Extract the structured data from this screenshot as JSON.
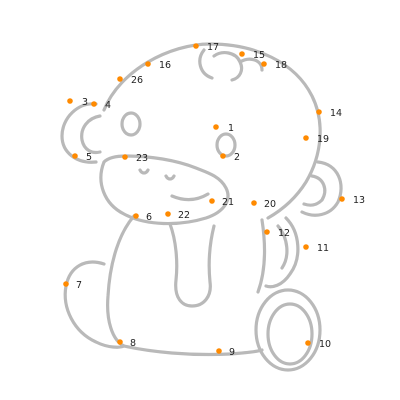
{
  "puzzle": {
    "dot_color": "#ff8a00",
    "line_color": "#b9b9b9",
    "dots": [
      {
        "label": "1"
      },
      {
        "label": "2"
      },
      {
        "label": "3"
      },
      {
        "label": "4"
      },
      {
        "label": "5"
      },
      {
        "label": "6"
      },
      {
        "label": "7"
      },
      {
        "label": "8"
      },
      {
        "label": "9"
      },
      {
        "label": "10"
      },
      {
        "label": "11"
      },
      {
        "label": "12"
      },
      {
        "label": "13"
      },
      {
        "label": "14"
      },
      {
        "label": "15"
      },
      {
        "label": "16"
      },
      {
        "label": "17"
      },
      {
        "label": "18"
      },
      {
        "label": "19"
      },
      {
        "label": "20"
      },
      {
        "label": "21"
      },
      {
        "label": "22"
      },
      {
        "label": "23"
      },
      {
        "label": "26"
      }
    ]
  }
}
